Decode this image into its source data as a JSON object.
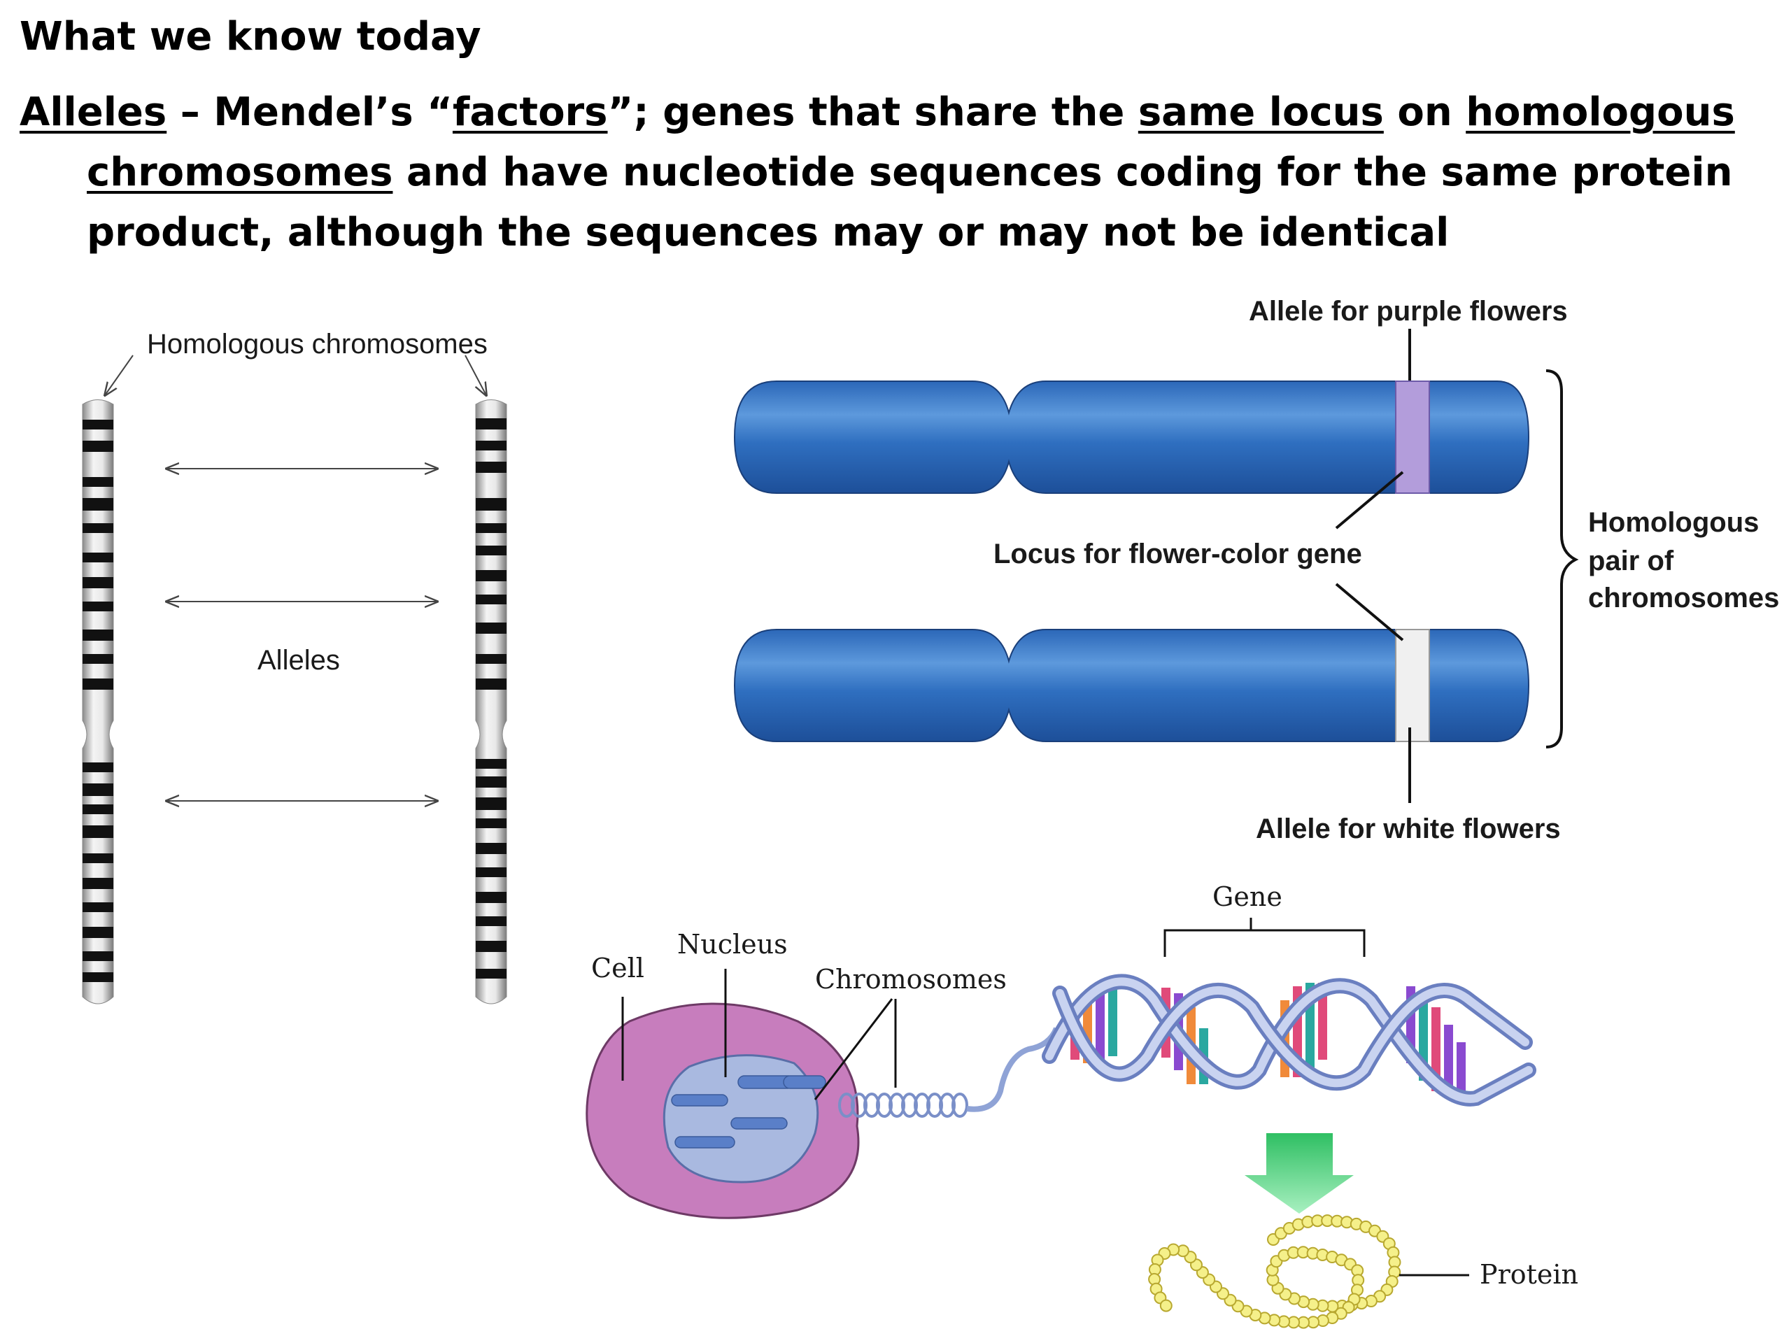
{
  "heading": "What we know today",
  "definition": {
    "term": "Alleles",
    "dash": " – Mendel’s “",
    "factors": "factors",
    "part2": "”; genes that share the ",
    "same_locus": "same locus",
    "part3": " on ",
    "homologous_chromosomes": "homologous chromosomes",
    "part4": " and have nucleotide sequences coding for the same protein product, although the sequences may or may not be identical"
  },
  "left_diagram": {
    "homologous_label": "Homologous chromosomes",
    "alleles_label": "Alleles"
  },
  "right_diagram": {
    "allele_purple": "Allele for purple flowers",
    "locus": "Locus for flower-color gene",
    "allele_white": "Allele for white flowers",
    "pair_line1": "Homologous",
    "pair_line2": "pair of",
    "pair_line3": "chromosomes"
  },
  "bottom_diagram": {
    "cell": "Cell",
    "nucleus": "Nucleus",
    "chromosomes": "Chromosomes",
    "gene": "Gene",
    "protein": "Protein"
  },
  "colors": {
    "chromosome_blue": "#2f6fc0",
    "purple_band": "#b39ddb",
    "cell_pink": "#c77dbd",
    "nucleus_blue": "#a9b9e0",
    "arrow_green": "#4ccf7a",
    "protein_yellow": "#f5f08a"
  }
}
